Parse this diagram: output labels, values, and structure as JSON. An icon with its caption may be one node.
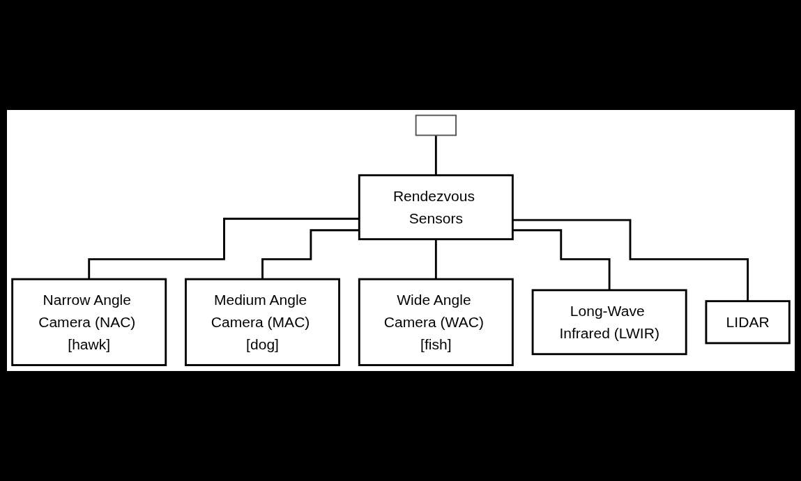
{
  "diagram": {
    "nodes": [
      {
        "text": [],
        "shape": "picture"
      },
      {
        "text": [
          "Rendezvous Sensors"
        ]
      },
      {
        "text": [
          "Narrow Angle Camera (NAC) [hawk]"
        ]
      },
      {
        "text": [
          "Medium Angle Camera (MAC) [dog]"
        ]
      },
      {
        "text": [
          "Wide Angle Camera (WAC) [fish]"
        ]
      },
      {
        "text": [
          "Long-Wave Infrared (LWIR)"
        ]
      },
      {
        "text": [
          "LIDAR"
        ]
      }
    ],
    "edges": [
      {
        "from": 0,
        "to": 1,
        "arrow": "none"
      },
      {
        "from": 1,
        "to": 2,
        "arrow": "none"
      },
      {
        "from": 1,
        "to": 3,
        "arrow": "none"
      },
      {
        "from": 1,
        "to": 4,
        "arrow": "none"
      },
      {
        "from": 1,
        "to": 5,
        "arrow": "none"
      },
      {
        "from": 1,
        "to": 6,
        "arrow": "none"
      }
    ]
  }
}
